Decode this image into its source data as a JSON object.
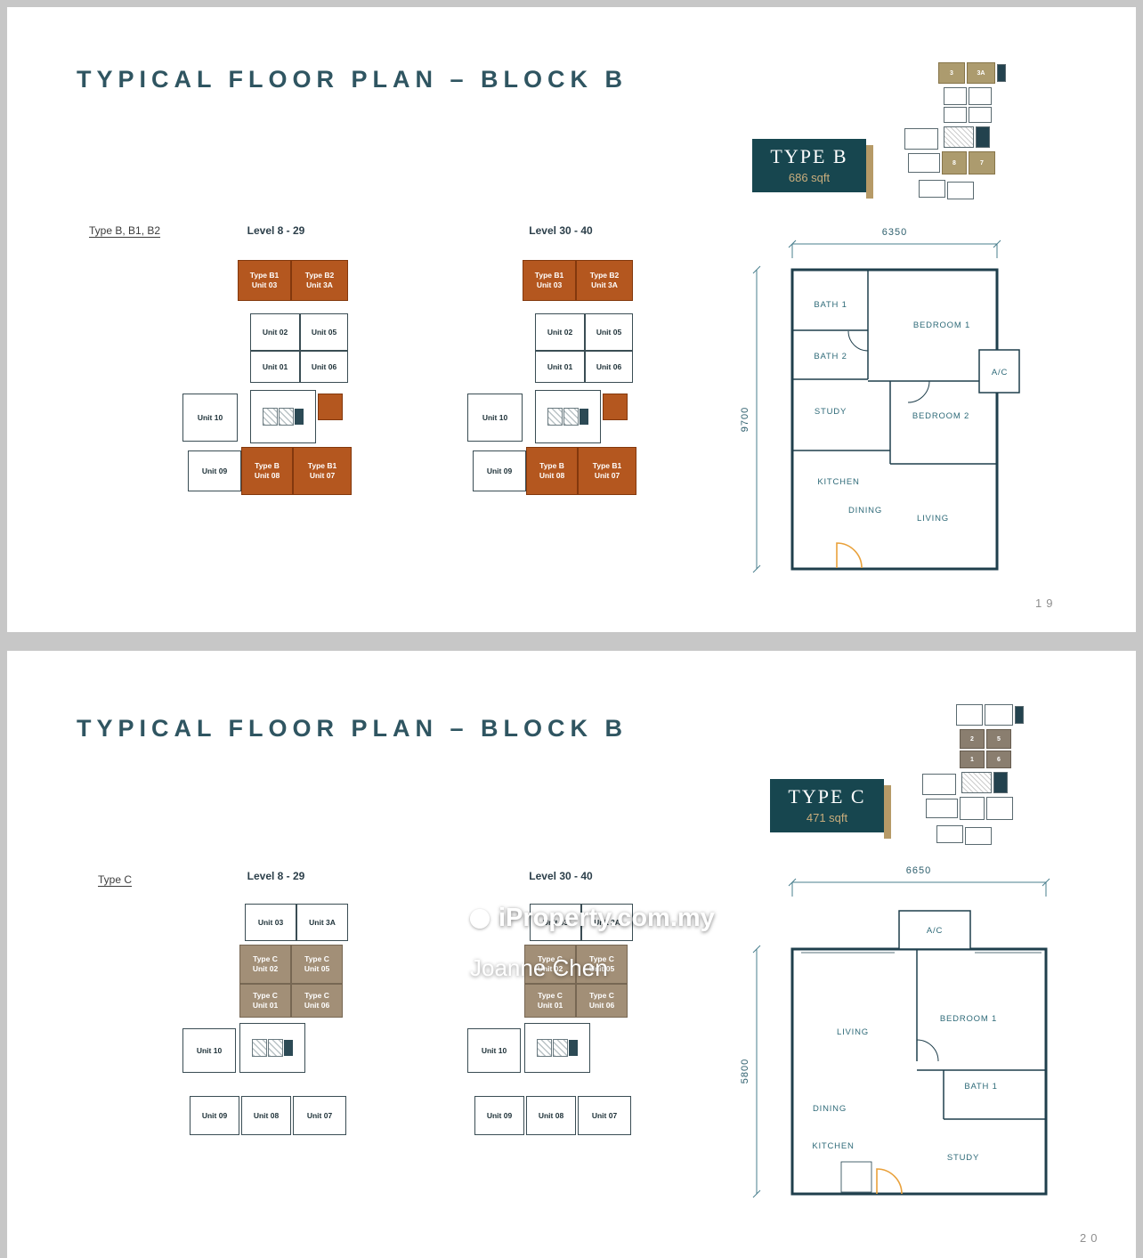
{
  "colors": {
    "title_teal": "#2f5561",
    "badge_teal": "#17464f",
    "badge_gold": "#b69a67",
    "highlight_orange": "#b4571f",
    "highlight_tan": "#a28f77",
    "plan_line": "#1f3f4c",
    "room_label_teal": "#2e6a78",
    "door_orange": "#e9a13b"
  },
  "watermark": {
    "brand": "iProperty.com.my",
    "agent": "Joanne Chen"
  },
  "page1": {
    "title": "TYPICAL FLOOR PLAN – BLOCK B",
    "badge": {
      "label": "TYPE B",
      "area": "686 sqft"
    },
    "series_label": "Type B, B1, B2",
    "levels": [
      "Level 8 - 29",
      "Level 30 - 40"
    ],
    "page_number": "19",
    "keyplan": {
      "cells": [
        "3",
        "3A",
        "8",
        "7"
      ]
    },
    "units": {
      "u03": {
        "type": "Type B1",
        "unit": "Unit 03"
      },
      "u3a": {
        "type": "Type B2",
        "unit": "Unit 3A"
      },
      "u02": {
        "unit": "Unit 02"
      },
      "u05": {
        "unit": "Unit 05"
      },
      "u01": {
        "unit": "Unit 01"
      },
      "u06": {
        "unit": "Unit 06"
      },
      "u10": {
        "unit": "Unit 10"
      },
      "u09": {
        "unit": "Unit 09"
      },
      "u08": {
        "type": "Type B",
        "unit": "Unit 08"
      },
      "u07": {
        "type": "Type B1",
        "unit": "Unit 07"
      }
    },
    "unitplan": {
      "dim_width": "6350",
      "dim_height": "9700",
      "rooms": {
        "bath1": "BATH 1",
        "bedroom1": "BEDROOM 1",
        "bath2": "BATH 2",
        "ac": "A/C",
        "study": "STUDY",
        "bedroom2": "BEDROOM 2",
        "kitchen": "KITCHEN",
        "dining": "DINING",
        "living": "LIVING"
      }
    }
  },
  "page2": {
    "title": "TYPICAL FLOOR PLAN – BLOCK B",
    "badge": {
      "label": "TYPE C",
      "area": "471 sqft"
    },
    "series_label": "Type C",
    "levels": [
      "Level 8 - 29",
      "Level 30 - 40"
    ],
    "page_number": "20",
    "keyplan": {
      "cells": [
        "2",
        "5",
        "1",
        "6"
      ]
    },
    "units": {
      "u03": {
        "unit": "Unit 03"
      },
      "u3a": {
        "unit": "Unit 3A"
      },
      "u02": {
        "type": "Type C",
        "unit": "Unit 02"
      },
      "u05": {
        "type": "Type C",
        "unit": "Unit 05"
      },
      "u01": {
        "type": "Type C",
        "unit": "Unit 01"
      },
      "u06": {
        "type": "Type C",
        "unit": "Unit 06"
      },
      "u10": {
        "unit": "Unit 10"
      },
      "u09": {
        "unit": "Unit 09"
      },
      "u08": {
        "unit": "Unit 08"
      },
      "u07": {
        "unit": "Unit 07"
      }
    },
    "unitplan": {
      "dim_width": "6650",
      "dim_height": "5800",
      "rooms": {
        "ac": "A/C",
        "living": "LIVING",
        "bedroom1": "BEDROOM 1",
        "dining": "DINING",
        "bath1": "BATH 1",
        "kitchen": "KITCHEN",
        "study": "STUDY"
      }
    }
  }
}
